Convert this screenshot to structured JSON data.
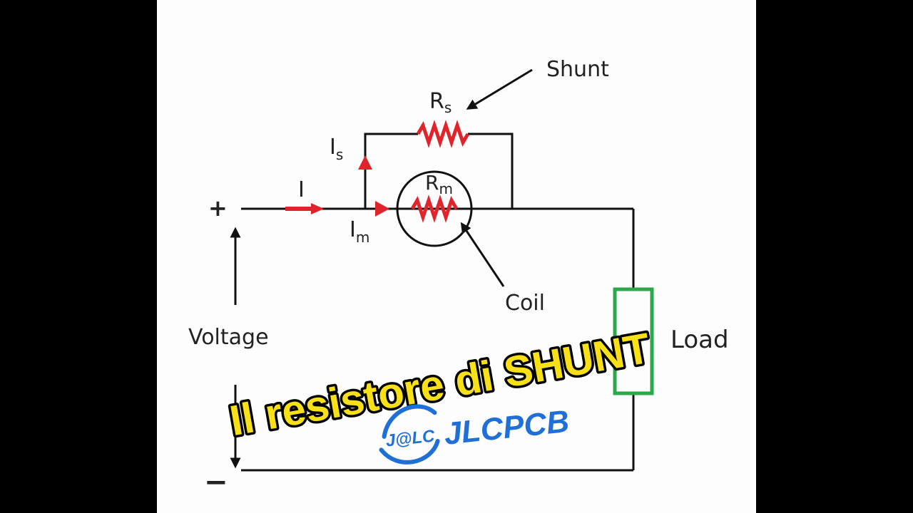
{
  "diagram": {
    "labels": {
      "shunt": "Shunt",
      "rs_main": "R",
      "rs_sub": "s",
      "rm_main": "R",
      "rm_sub": "m",
      "is_main": "I",
      "is_sub": "s",
      "i": "I",
      "im_main": "I",
      "im_sub": "m",
      "plus": "+",
      "minus": "−",
      "voltage": "Voltage",
      "coil": "Coil",
      "load": "Load"
    },
    "colors": {
      "wire": "#111111",
      "resistor": "#e0242b",
      "current_arrow": "#e0242b",
      "load_box": "#2aa84a"
    }
  },
  "overlay": {
    "title": "Il resistore di SHUNT",
    "brand_name": "JLCPCB",
    "logo_text": "J@LC",
    "colors": {
      "title_fill": "#f7e018",
      "title_outline": "#000000",
      "brand": "#1f6fd6"
    }
  }
}
